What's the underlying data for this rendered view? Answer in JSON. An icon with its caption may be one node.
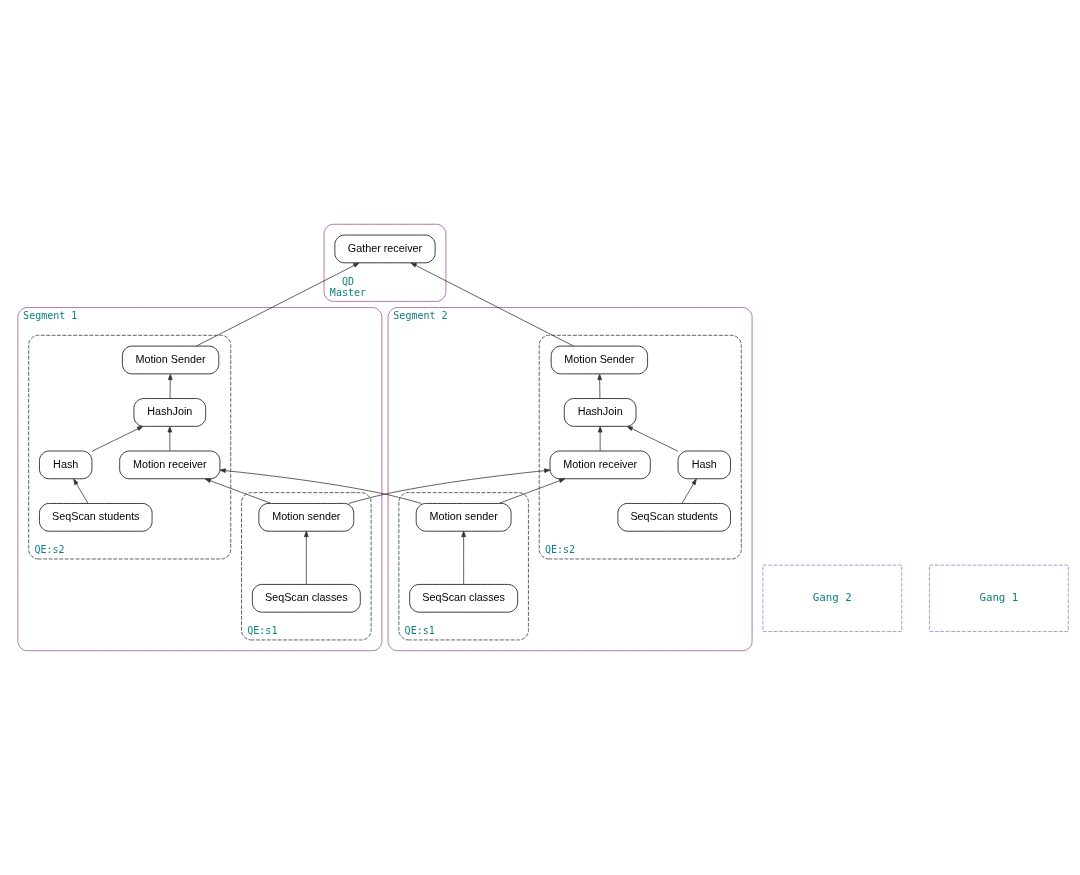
{
  "diagram": {
    "nodes": [
      {
        "text": [
          "QD",
          "Master"
        ]
      },
      {
        "text": [
          "Gather receiver"
        ],
        "in": 0
      },
      {
        "text": [
          "Gang 2"
        ]
      },
      {
        "text": [
          "Gang 1"
        ]
      },
      {
        "text": [
          "Segment 1"
        ]
      },
      {
        "text": [
          "QE:s2"
        ],
        "in": 4
      },
      {
        "text": [
          "Motion Sender"
        ],
        "in": 5
      },
      {
        "text": [
          "HashJoin"
        ],
        "in": 5
      },
      {
        "text": [
          "Hash"
        ],
        "in": 5
      },
      {
        "text": [
          "Motion receiver"
        ],
        "in": 5
      },
      {
        "text": [
          "SeqScan students"
        ],
        "in": 5
      },
      {
        "text": [
          "QE:s1"
        ],
        "in": 4
      },
      {
        "text": [
          "Motion sender"
        ],
        "in": 11
      },
      {
        "text": [
          "SeqScan classes"
        ],
        "in": 11
      },
      {
        "text": [
          "Segment 2"
        ]
      },
      {
        "text": [
          "QE:s2"
        ],
        "in": 14
      },
      {
        "text": [
          "Motion Sender"
        ],
        "in": 15
      },
      {
        "text": [
          "HashJoin"
        ],
        "in": 15
      },
      {
        "text": [
          "Hash"
        ],
        "in": 15
      },
      {
        "text": [
          "Motion receiver"
        ],
        "in": 15
      },
      {
        "text": [
          "SeqScan students"
        ],
        "in": 15
      },
      {
        "text": [
          "QE:s1"
        ],
        "in": 14
      },
      {
        "text": [
          "Motion sender"
        ],
        "in": 21
      },
      {
        "text": [
          "SeqScan classes"
        ],
        "in": 21
      }
    ],
    "edges": [
      {
        "from": 6,
        "to": 1,
        "arrow": "to"
      },
      {
        "from": 16,
        "to": 1,
        "arrow": "to"
      },
      {
        "from": 7,
        "to": 6,
        "arrow": "to"
      },
      {
        "from": 9,
        "to": 7,
        "arrow": "to"
      },
      {
        "from": 8,
        "to": 7,
        "arrow": "to"
      },
      {
        "from": 10,
        "to": 8,
        "arrow": "to"
      },
      {
        "from": 17,
        "to": 16,
        "arrow": "to"
      },
      {
        "from": 19,
        "to": 17,
        "arrow": "to"
      },
      {
        "from": 18,
        "to": 17,
        "arrow": "to"
      },
      {
        "from": 20,
        "to": 18,
        "arrow": "to"
      },
      {
        "from": 12,
        "to": 9,
        "arrow": "to"
      },
      {
        "from": 12,
        "to": 19,
        "arrow": "to"
      },
      {
        "from": 22,
        "to": 9,
        "arrow": "to"
      },
      {
        "from": 22,
        "to": 19,
        "arrow": "to"
      },
      {
        "from": 13,
        "to": 12,
        "arrow": "to"
      },
      {
        "from": 23,
        "to": 22,
        "arrow": "to"
      }
    ]
  }
}
